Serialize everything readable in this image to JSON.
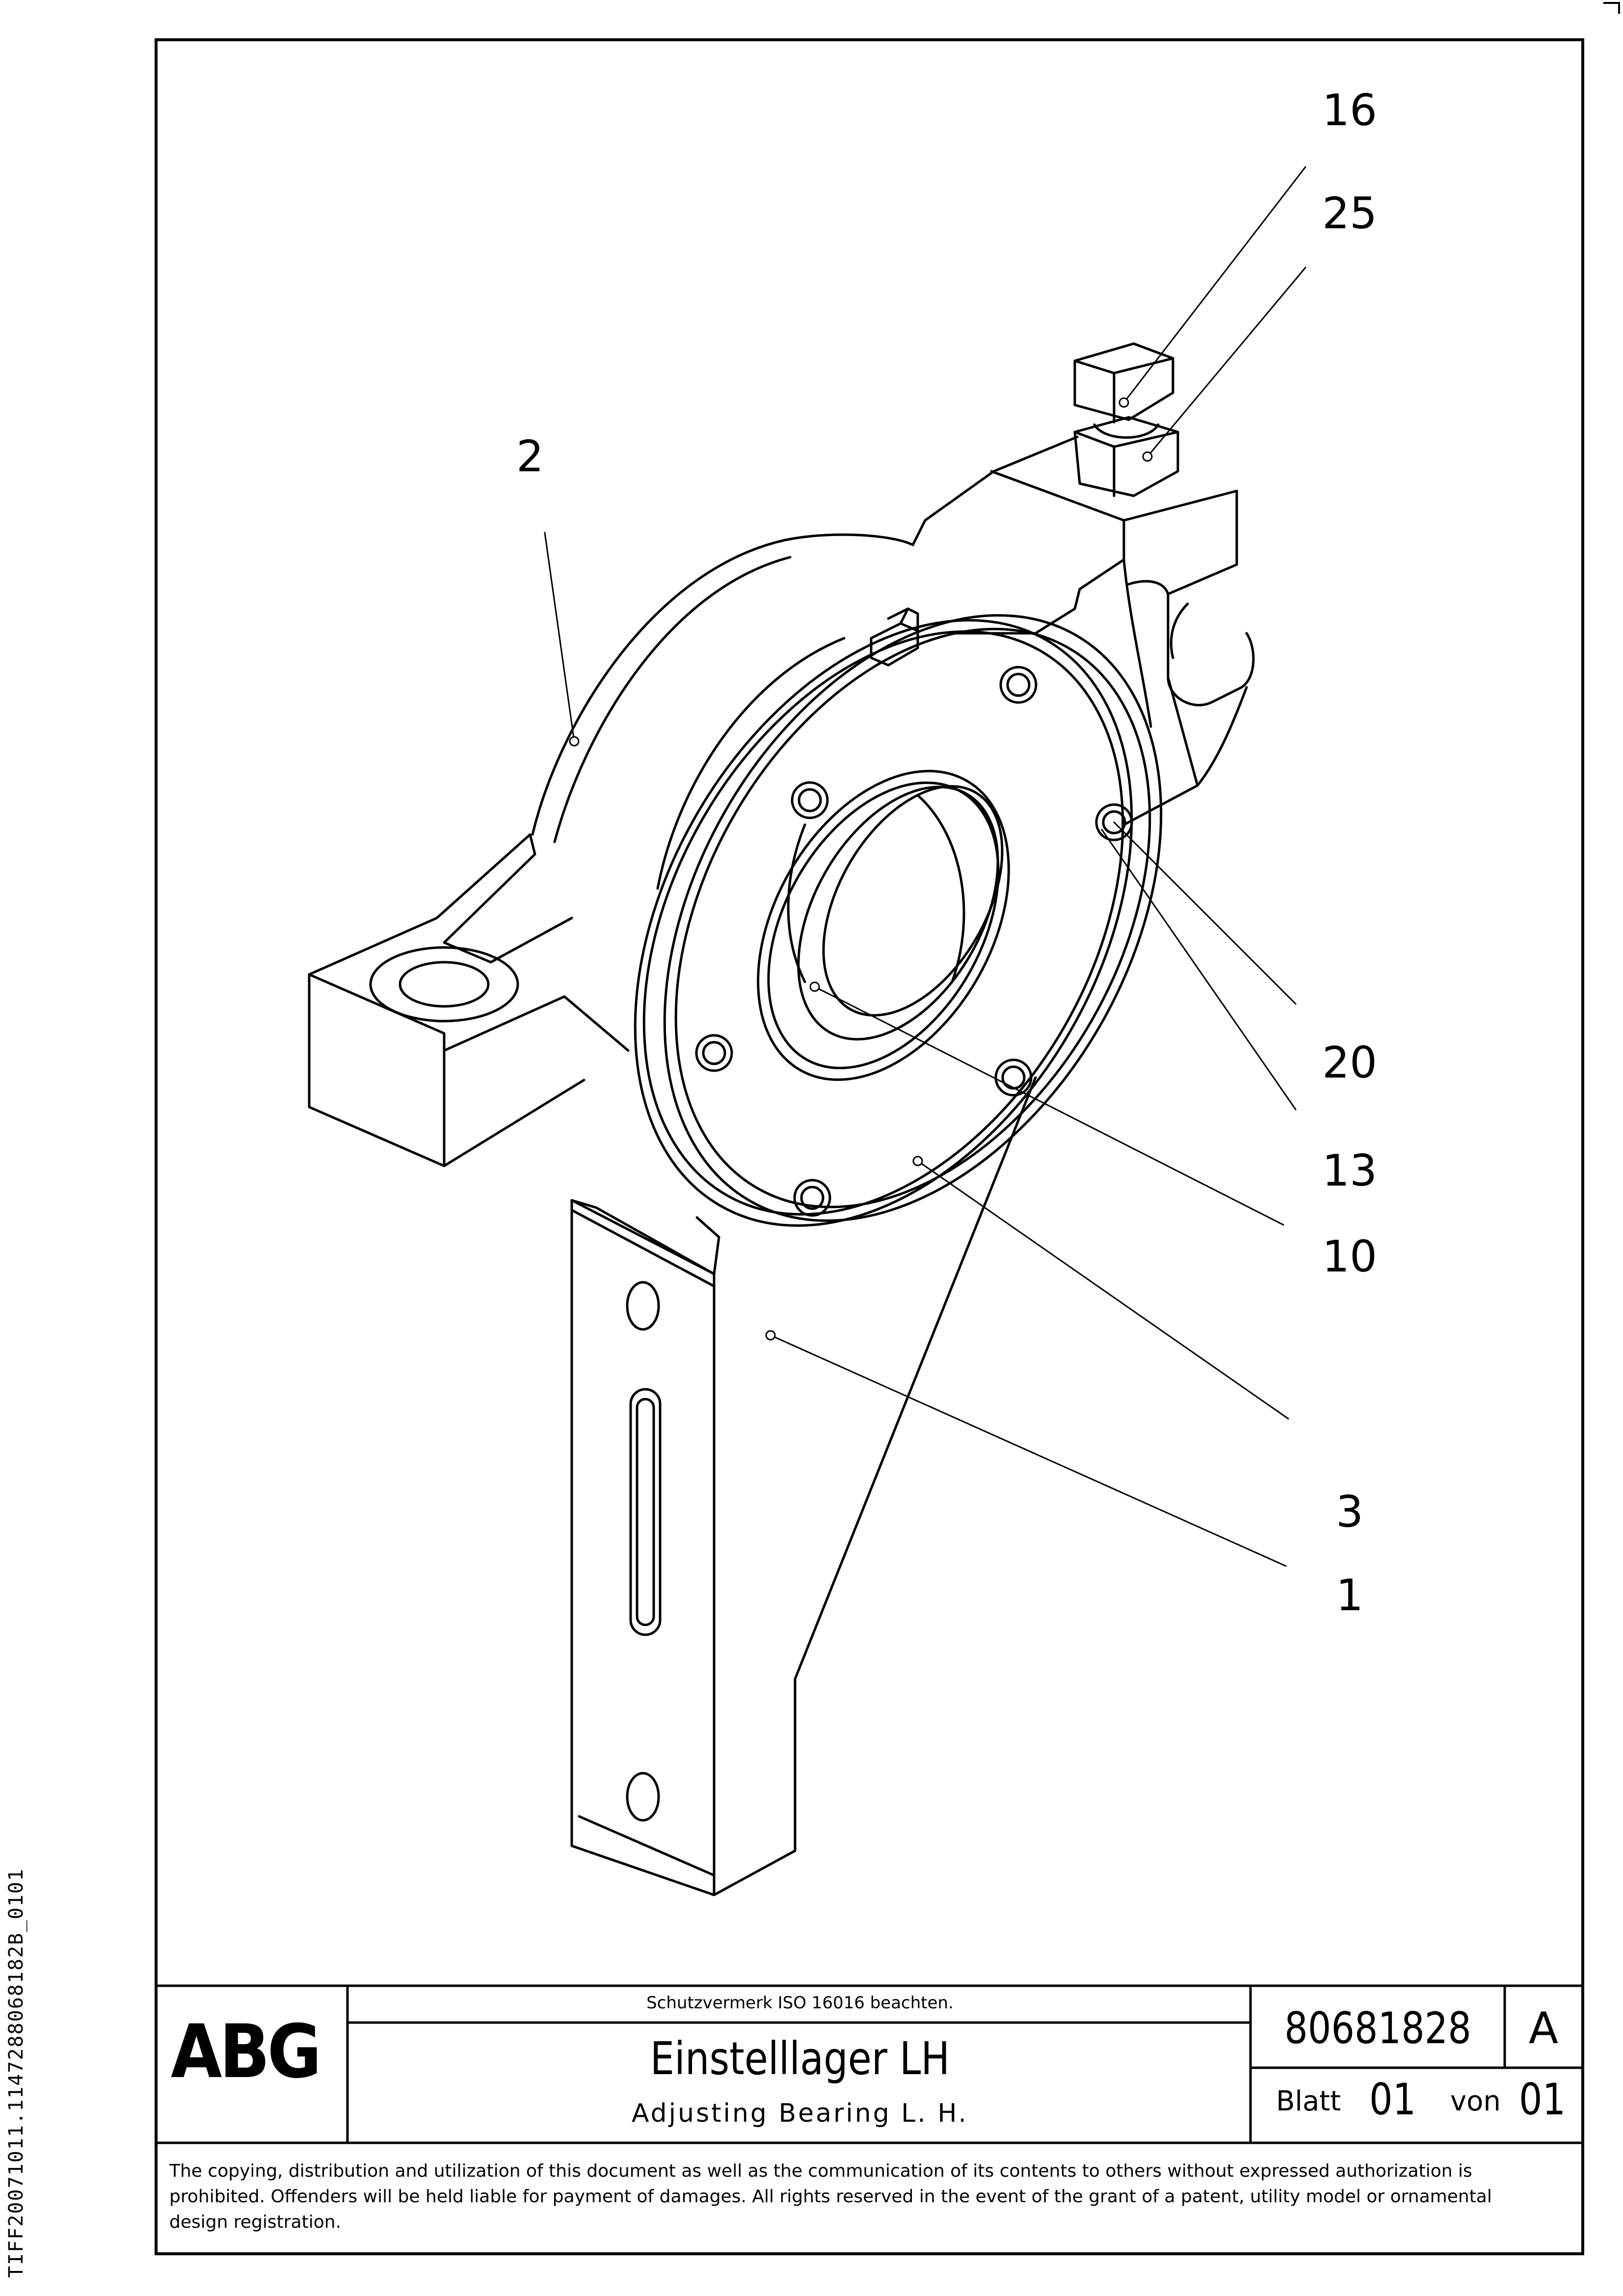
{
  "side_identifier": "TIFF20071011.1147288068182B_0101",
  "callouts": [
    "16",
    "25",
    "2",
    "20",
    "13",
    "10",
    "3",
    "1"
  ],
  "title_block": {
    "logo": "ABG",
    "protection_note": "Schutzvermerk ISO 16016 beachten.",
    "title_de": "Einstelllager LH",
    "title_en": "Adjusting Bearing L. H.",
    "drawing_number": "80681828",
    "revision": "A",
    "sheet_label": "Blatt",
    "sheet_number": "01",
    "of_label": "von",
    "sheet_total": "01"
  },
  "copyright_notice": "The copying, distribution and utilization of this document as well as the communication of its contents to others without expressed authorization is prohibited. Offenders will be held liable for payment of damages. All rights reserved in the event of the grant of a patent, utility model or ornamental design registration."
}
